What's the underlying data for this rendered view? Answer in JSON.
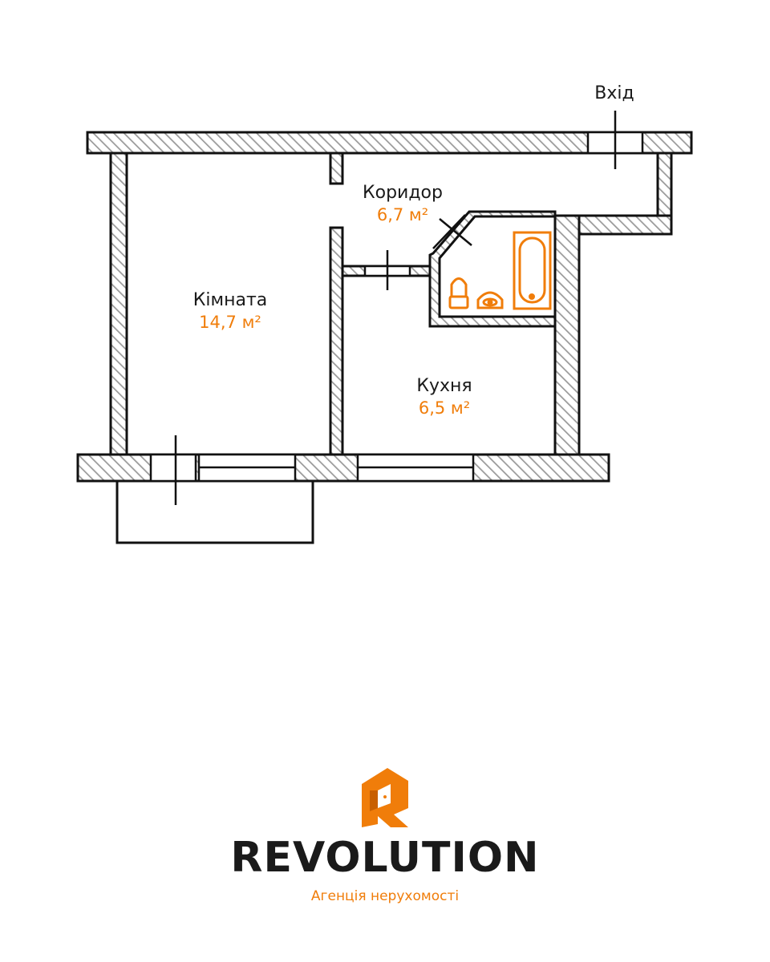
{
  "colors": {
    "accent": "#f07d0a",
    "line": "#111111",
    "hatch": "#9a9a9a"
  },
  "entrance_label": "Вхід",
  "rooms": [
    {
      "id": "room",
      "name": "Кімната",
      "area": "14,7 м²"
    },
    {
      "id": "corridor",
      "name": "Коридор",
      "area": "6,7 м²"
    },
    {
      "id": "kitchen",
      "name": "Кухня",
      "area": "6,5 м²"
    }
  ],
  "fixtures": [
    "toilet-icon",
    "sink-icon",
    "bathtub-icon"
  ],
  "brand": {
    "name": "REVOLUTION",
    "tagline": "Агенція нерухомості",
    "logo": "house-r-logo-icon"
  }
}
